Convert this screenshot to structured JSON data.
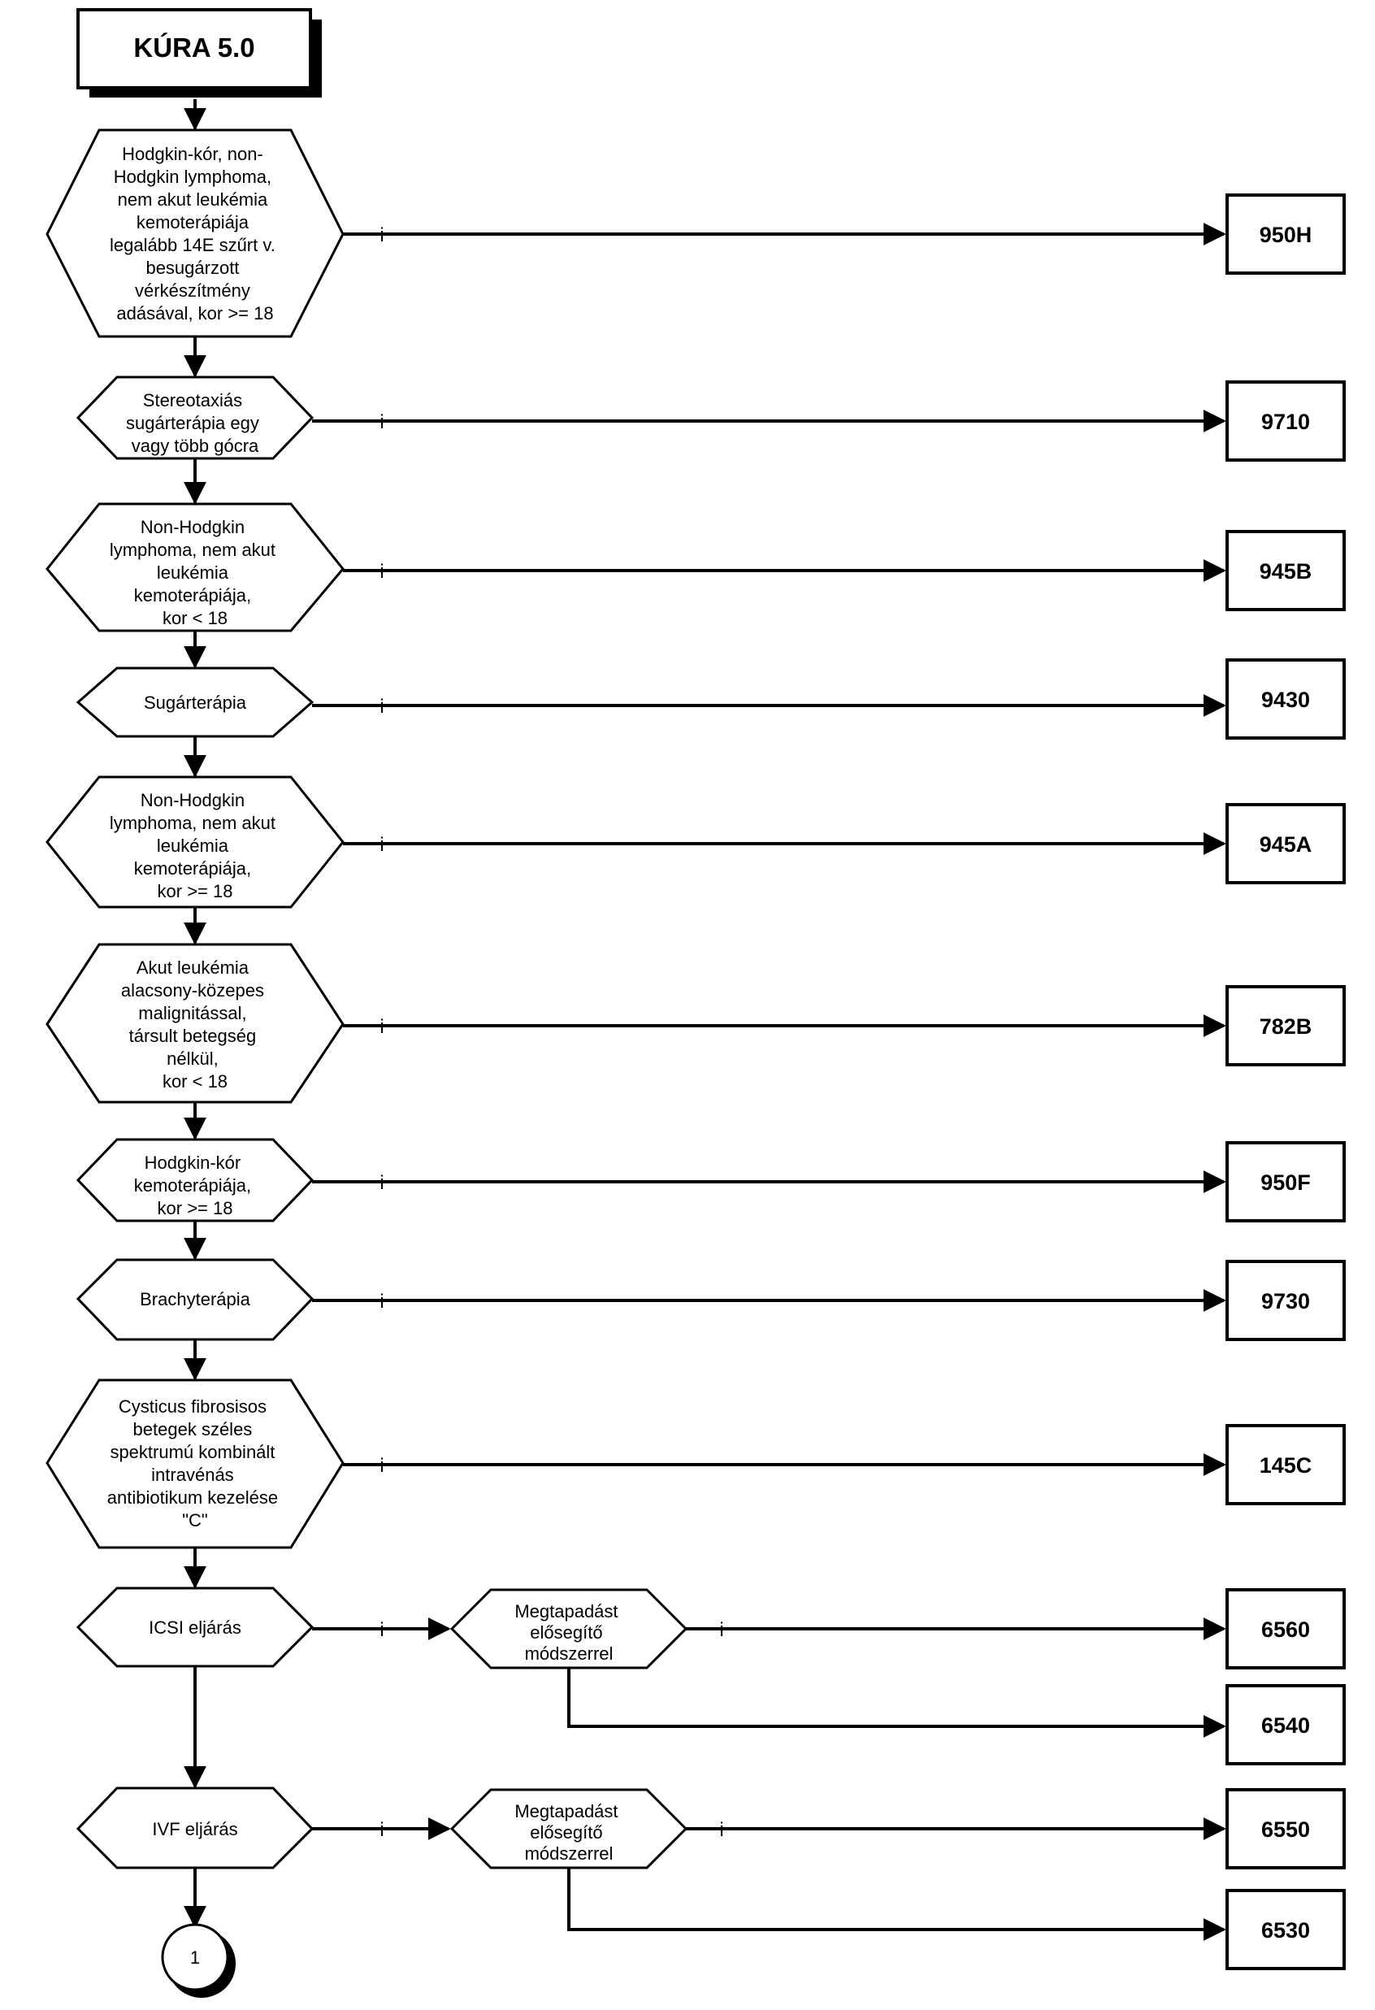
{
  "title": "KÚRA 5.0",
  "yes_label": "i",
  "connector_label": "1",
  "decisions": [
    {
      "id": "d1",
      "lines": [
        "Hodgkin-kór, non-",
        "Hodgkin lymphoma,",
        "nem akut leukémia",
        "kemoterápiája",
        "legalább 14E szűrt v.",
        "besugárzott",
        "vérkészítmény",
        "adásával, kor >= 18"
      ],
      "code": "950H"
    },
    {
      "id": "d2",
      "lines": [
        "Stereotaxiás",
        "sugárterápia egy",
        "vagy több gócra"
      ],
      "code": "9710"
    },
    {
      "id": "d3",
      "lines": [
        "Non-Hodgkin",
        "lymphoma, nem akut",
        "leukémia",
        "kemoterápiája,",
        "kor < 18"
      ],
      "code": "945B"
    },
    {
      "id": "d4",
      "lines": [
        "Sugárterápia"
      ],
      "code": "9430"
    },
    {
      "id": "d5",
      "lines": [
        "Non-Hodgkin",
        "lymphoma, nem akut",
        "leukémia",
        "kemoterápiája,",
        "kor >= 18"
      ],
      "code": "945A"
    },
    {
      "id": "d6",
      "lines": [
        "Akut leukémia",
        "alacsony-közepes",
        "malignitással,",
        "társult betegség",
        "nélkül,",
        "kor < 18"
      ],
      "code": "782B"
    },
    {
      "id": "d7",
      "lines": [
        "Hodgkin-kór",
        "kemoterápiája,",
        "kor >= 18"
      ],
      "code": "950F"
    },
    {
      "id": "d8",
      "lines": [
        "Brachyterápia"
      ],
      "code": "9730"
    },
    {
      "id": "d9",
      "lines": [
        "Cysticus fibrosisos",
        "betegek széles",
        "spektrumú kombinált",
        "intravénás",
        "antibiotikum kezelése",
        "\"C\""
      ],
      "code": "145C"
    },
    {
      "id": "d10",
      "lines": [
        "ICSI eljárás"
      ],
      "sub": {
        "lines": [
          "Megtapadást",
          "elősegítő",
          "módszerrel"
        ],
        "yes_code": "6560",
        "no_code": "6540"
      }
    },
    {
      "id": "d11",
      "lines": [
        "IVF eljárás"
      ],
      "sub": {
        "lines": [
          "Megtapadást",
          "elősegítő",
          "módszerrel"
        ],
        "yes_code": "6550",
        "no_code": "6530"
      }
    }
  ]
}
